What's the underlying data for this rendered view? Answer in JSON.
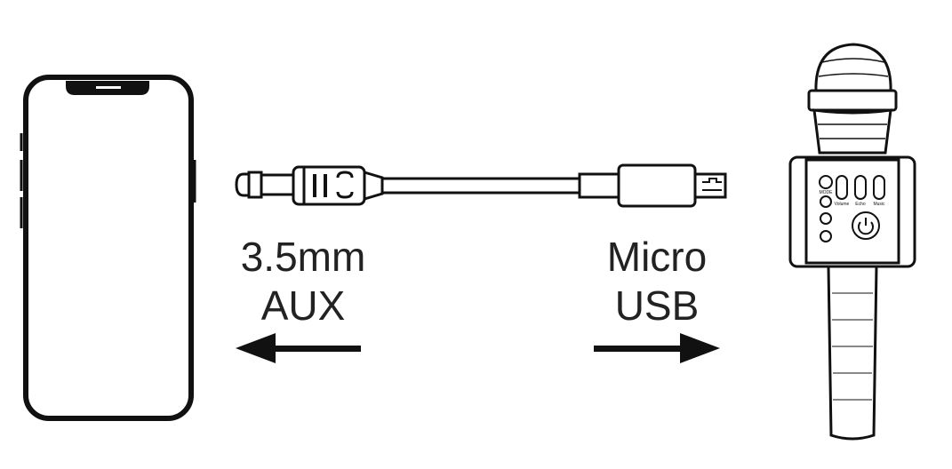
{
  "left_label": {
    "line1": "3.5mm",
    "line2": "AUX"
  },
  "right_label": {
    "line1": "Micro",
    "line2": "USB"
  },
  "mic_panel": {
    "mode": "MODE",
    "volume": "Volume",
    "echo": "Echo",
    "music": "Music"
  },
  "colors": {
    "stroke": "#111111",
    "background": "#ffffff"
  },
  "icons": [
    "smartphone-icon",
    "aux-cable-icon",
    "micro-usb-plug-icon",
    "microphone-icon",
    "power-icon",
    "arrow-left-icon",
    "arrow-right-icon"
  ]
}
